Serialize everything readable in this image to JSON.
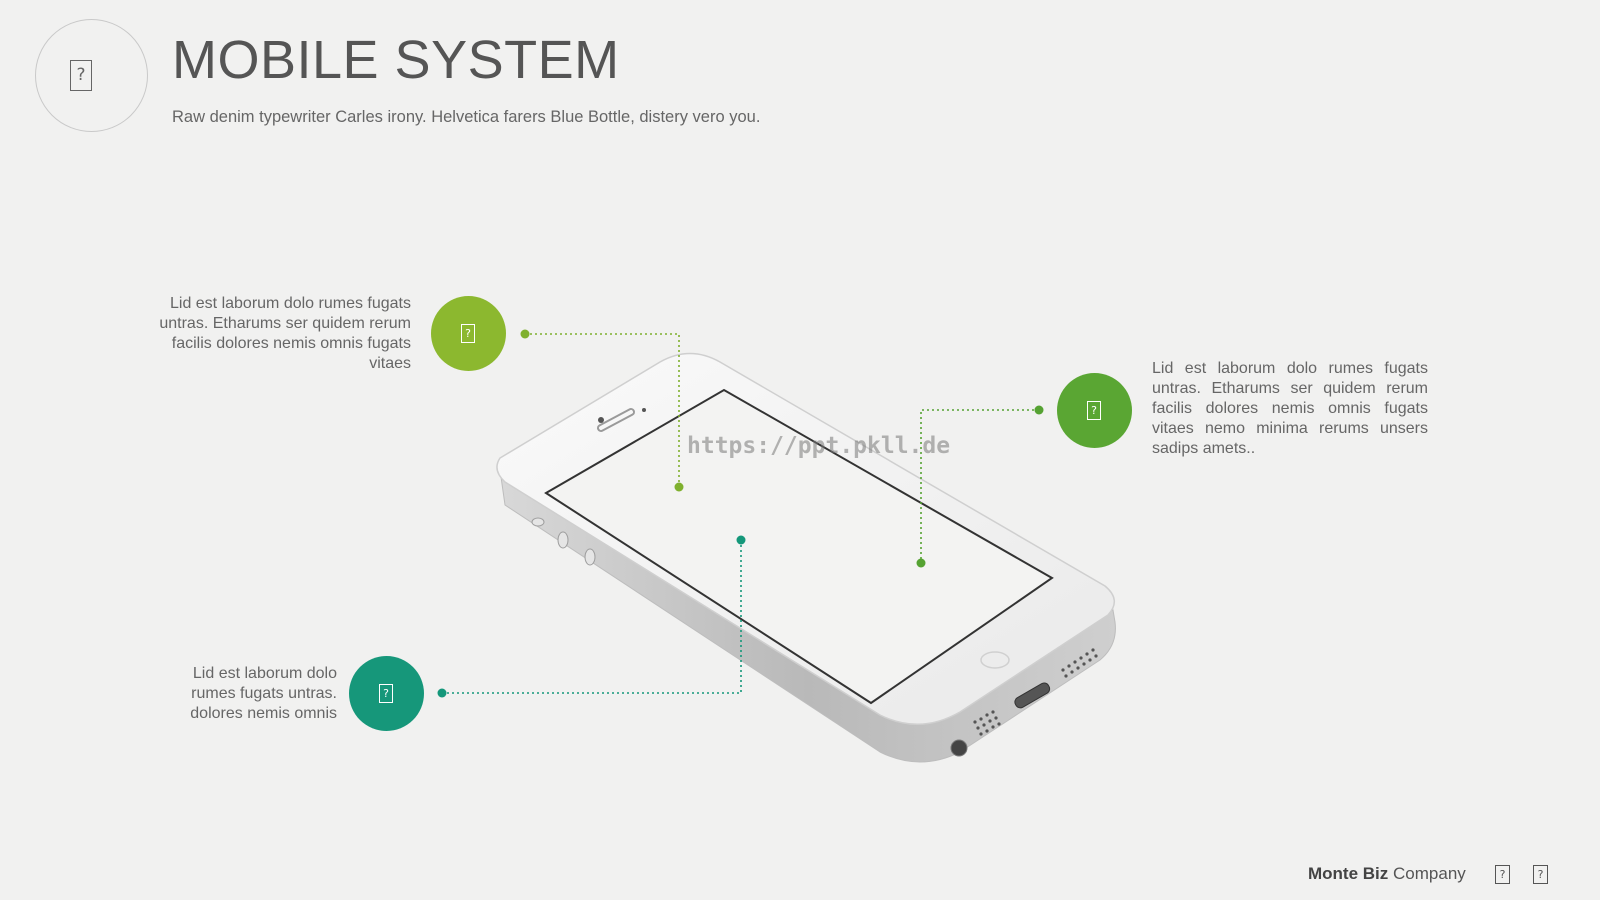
{
  "header": {
    "title": "MOBILE SYSTEM",
    "subtitle": "Raw denim typewriter Carles irony. Helvetica farers Blue Bottle, distery vero you.",
    "icon": "placeholder-glyph-icon"
  },
  "callouts": [
    {
      "text": "Lid est laborum dolo rumes fugats untras. Etharums ser quidem rerum facilis dolores nemis omnis fugats vitaes",
      "color": "#8cb82f",
      "icon": "placeholder-glyph-icon"
    },
    {
      "text": "Lid est laborum dolo rumes fugats untras. Etharums ser quidem rerum facilis dolores nemis omnis fugats vitaes nemo minima rerums unsers sadips amets..",
      "color": "#5aa633",
      "icon": "placeholder-glyph-icon"
    },
    {
      "text": "Lid est laborum dolo rumes fugats untras. dolores nemis omnis",
      "color": "#16977a",
      "icon": "placeholder-glyph-icon"
    }
  ],
  "watermark": "https://ppt.pkll.de",
  "footer": {
    "brand_bold": "Monte Biz",
    "brand_rest": "Company",
    "icon_1": "placeholder-glyph-icon",
    "icon_2": "placeholder-glyph-icon"
  },
  "colors": {
    "background": "#f1f1f0",
    "dotted_line": "#2e9a55"
  }
}
